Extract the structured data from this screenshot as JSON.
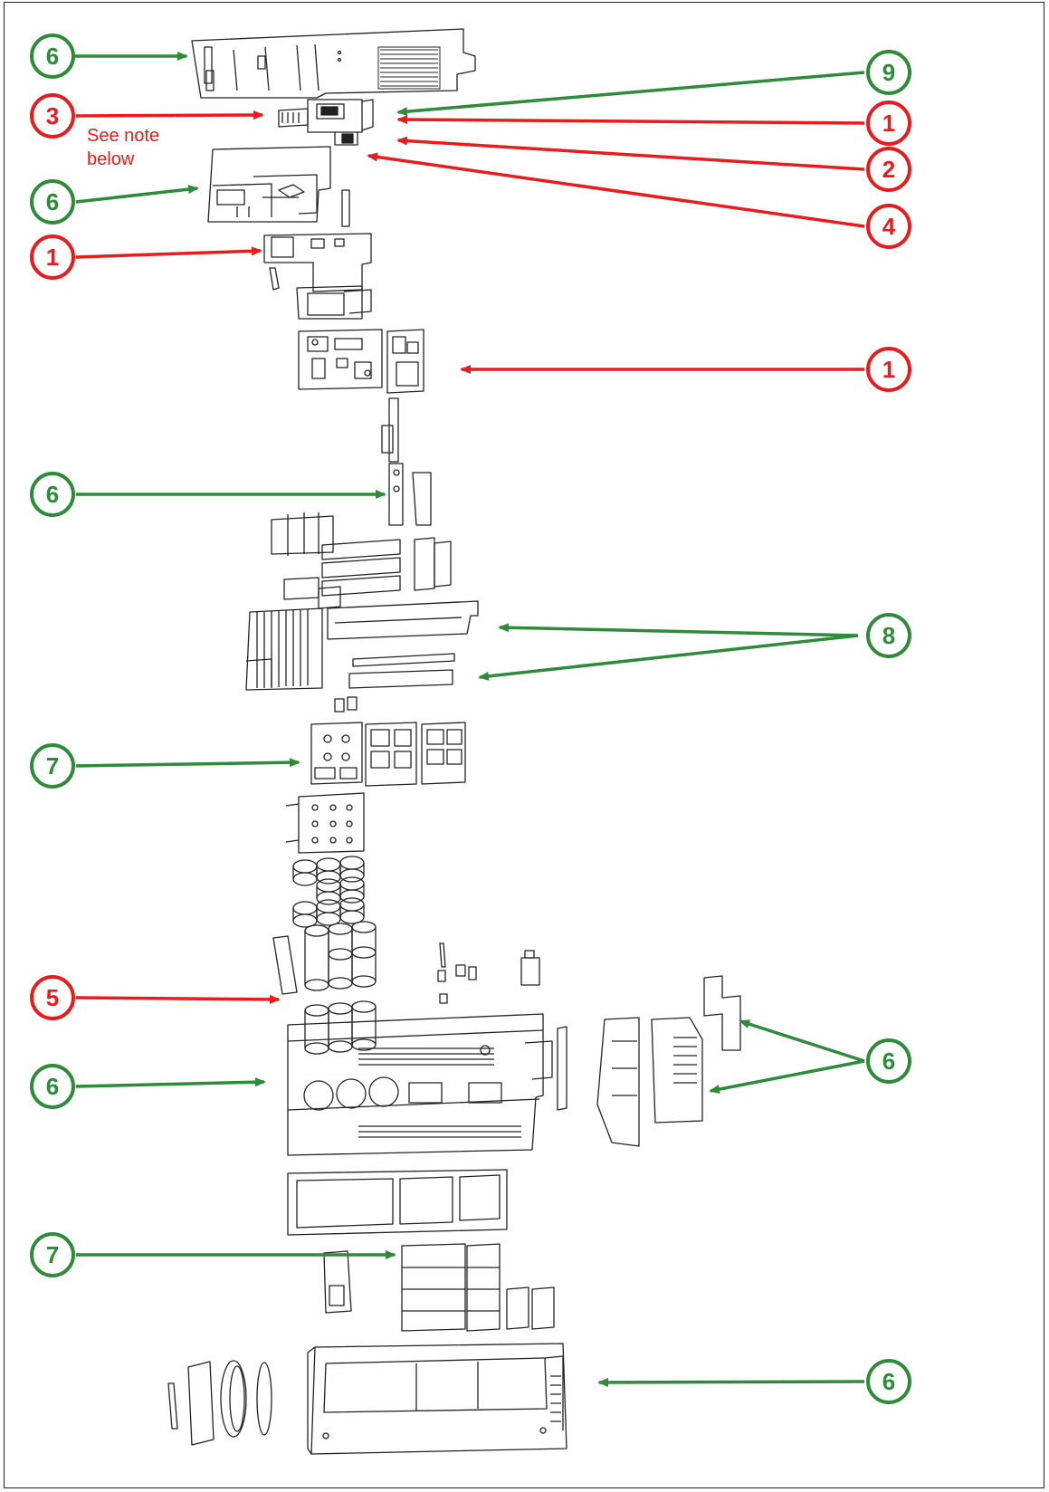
{
  "colors": {
    "green": "#2e8b3a",
    "red": "#e81c1c",
    "outline": "#222222"
  },
  "note": "See note below",
  "callouts": [
    {
      "id": "c-top-cover",
      "label": "6",
      "color": "green"
    },
    {
      "id": "c-9",
      "label": "9",
      "color": "green"
    },
    {
      "id": "c-3",
      "label": "3",
      "color": "red"
    },
    {
      "id": "c-1a",
      "label": "1",
      "color": "red"
    },
    {
      "id": "c-2",
      "label": "2",
      "color": "red"
    },
    {
      "id": "c-4",
      "label": "4",
      "color": "red"
    },
    {
      "id": "c-6b",
      "label": "6",
      "color": "green"
    },
    {
      "id": "c-1b",
      "label": "1",
      "color": "red"
    },
    {
      "id": "c-1c",
      "label": "1",
      "color": "red"
    },
    {
      "id": "c-6c",
      "label": "6",
      "color": "green"
    },
    {
      "id": "c-8",
      "label": "8",
      "color": "green"
    },
    {
      "id": "c-7a",
      "label": "7",
      "color": "green"
    },
    {
      "id": "c-5",
      "label": "5",
      "color": "red"
    },
    {
      "id": "c-6d",
      "label": "6",
      "color": "green"
    },
    {
      "id": "c-6e",
      "label": "6",
      "color": "green"
    },
    {
      "id": "c-7b",
      "label": "7",
      "color": "green"
    },
    {
      "id": "c-6f",
      "label": "6",
      "color": "green"
    }
  ]
}
